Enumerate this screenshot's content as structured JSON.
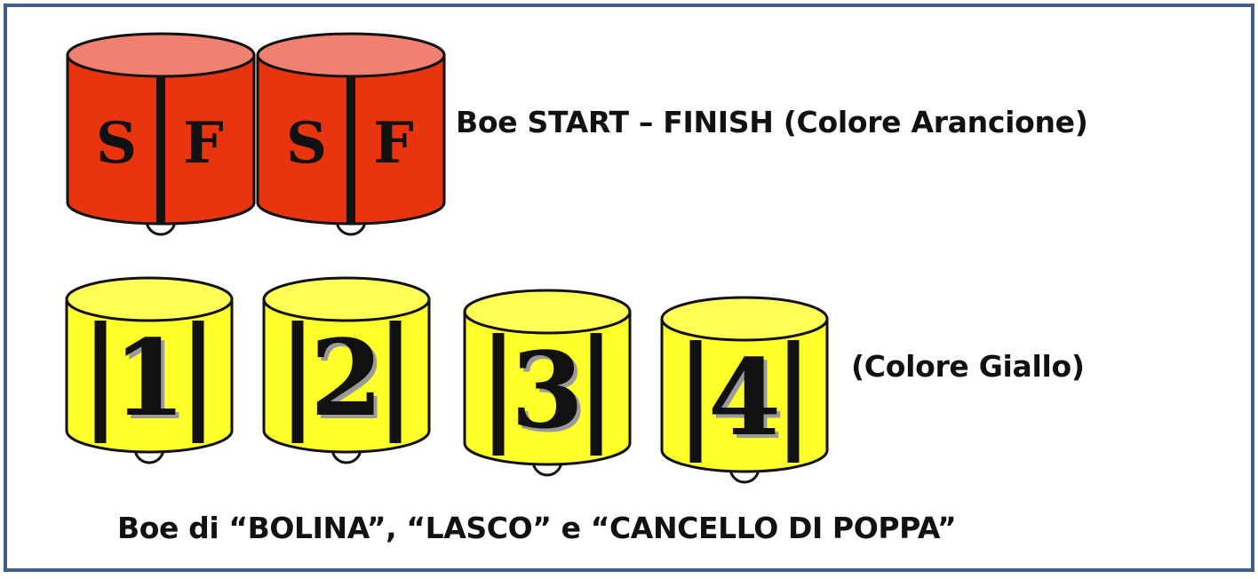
{
  "colors": {
    "frame": "#3f5f86",
    "orange_body": "#e8350f",
    "orange_top": "#f08070",
    "yellow_body": "#ffff2a",
    "yellow_top": "#ffff55",
    "outline": "#111111"
  },
  "orange_buoys": [
    {
      "left_letter": "S",
      "right_letter": "F"
    },
    {
      "left_letter": "S",
      "right_letter": "F"
    }
  ],
  "yellow_buoys": [
    {
      "number": "1"
    },
    {
      "number": "2"
    },
    {
      "number": "3"
    },
    {
      "number": "4"
    }
  ],
  "captions": {
    "orange": "Boe START – FINISH (Colore Arancione)",
    "yellow": "(Colore Giallo)",
    "bottom": "Boe di “BOLINA”, “LASCO” e “CANCELLO DI POPPA”"
  }
}
